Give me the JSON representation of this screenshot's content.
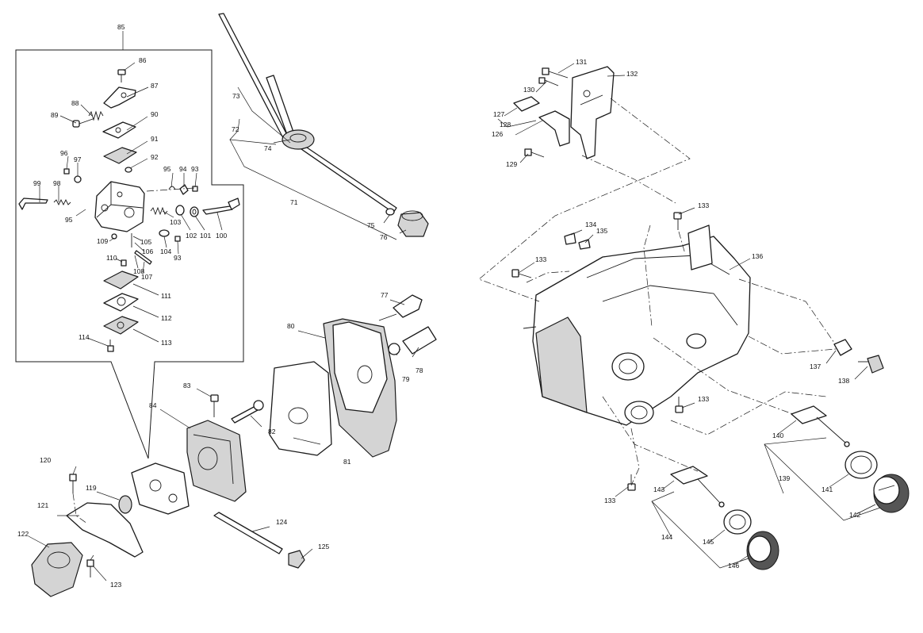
{
  "diagram": {
    "callouts": [
      "71",
      "72",
      "73",
      "74",
      "75",
      "76",
      "77",
      "78",
      "79",
      "80",
      "81",
      "82",
      "83",
      "84",
      "85",
      "86",
      "87",
      "88",
      "89",
      "90",
      "91",
      "92",
      "93",
      "93",
      "94",
      "95",
      "95",
      "96",
      "97",
      "98",
      "99",
      "100",
      "101",
      "102",
      "103",
      "104",
      "105",
      "106",
      "107",
      "108",
      "109",
      "110",
      "111",
      "112",
      "113",
      "114",
      "119",
      "120",
      "121",
      "122",
      "123",
      "124",
      "125",
      "126",
      "127",
      "128",
      "129",
      "130",
      "131",
      "132",
      "133",
      "133",
      "133",
      "133",
      "134",
      "135",
      "136",
      "137",
      "138",
      "139",
      "140",
      "141",
      "142",
      "143",
      "144",
      "145",
      "146"
    ]
  }
}
